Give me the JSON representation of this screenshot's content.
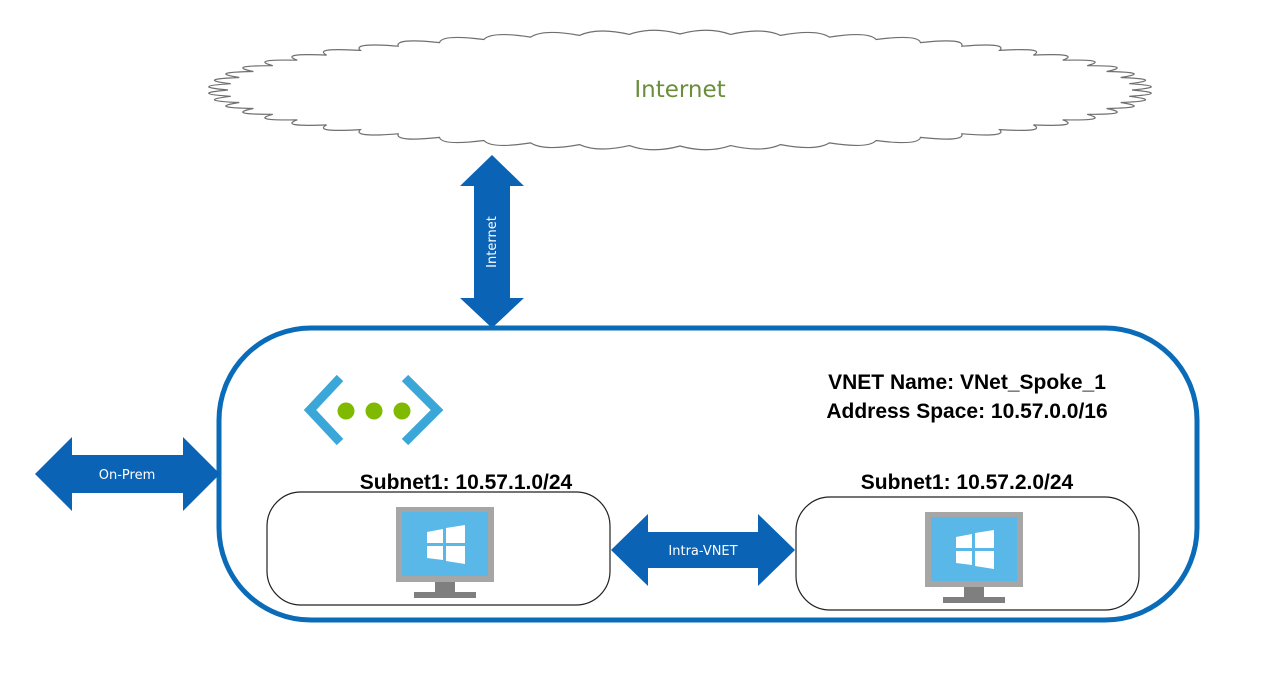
{
  "cloud": {
    "label": "Internet"
  },
  "arrows": {
    "internet_label": "Internet",
    "onprem_label": "On-Prem",
    "intra_vnet_label": "Intra-VNET"
  },
  "vnet": {
    "name_line": "VNET Name: VNet_Spoke_1",
    "address_line": "Address Space: 10.57.0.0/16",
    "icon": "vnet-icon"
  },
  "subnets": [
    {
      "label": "Subnet1:  10.57.1.0/24",
      "vm_icon": "windows-vm-icon"
    },
    {
      "label": "Subnet1:  10.57.2.0/24",
      "vm_icon": "windows-vm-icon"
    }
  ],
  "colors": {
    "arrow_fill": "#0a63b5",
    "vnet_border": "#0a6cb8",
    "cloud_text": "#6b8e3a",
    "vnet_icon_bracket": "#3ba7d9",
    "vnet_icon_dots": "#7fba00",
    "monitor_screen": "#5ab8e8"
  }
}
